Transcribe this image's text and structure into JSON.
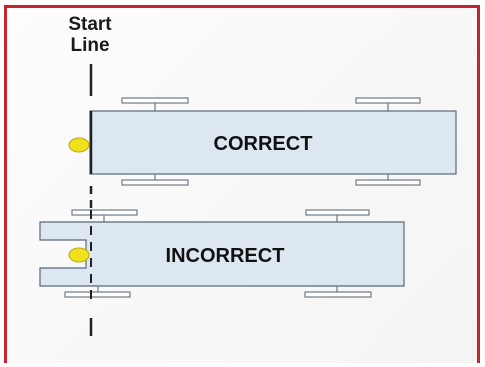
{
  "start_line": {
    "line1": "Start",
    "line2": "Line"
  },
  "cars": [
    {
      "label": "CORRECT"
    },
    {
      "label": "INCORRECT"
    }
  ],
  "colors": {
    "frame": "#c0262b",
    "body": "#dde7f2",
    "outline": "#5a6a7a",
    "wheel": "#6f7b86",
    "light": "#f2e01c",
    "start_line": "#222222"
  }
}
